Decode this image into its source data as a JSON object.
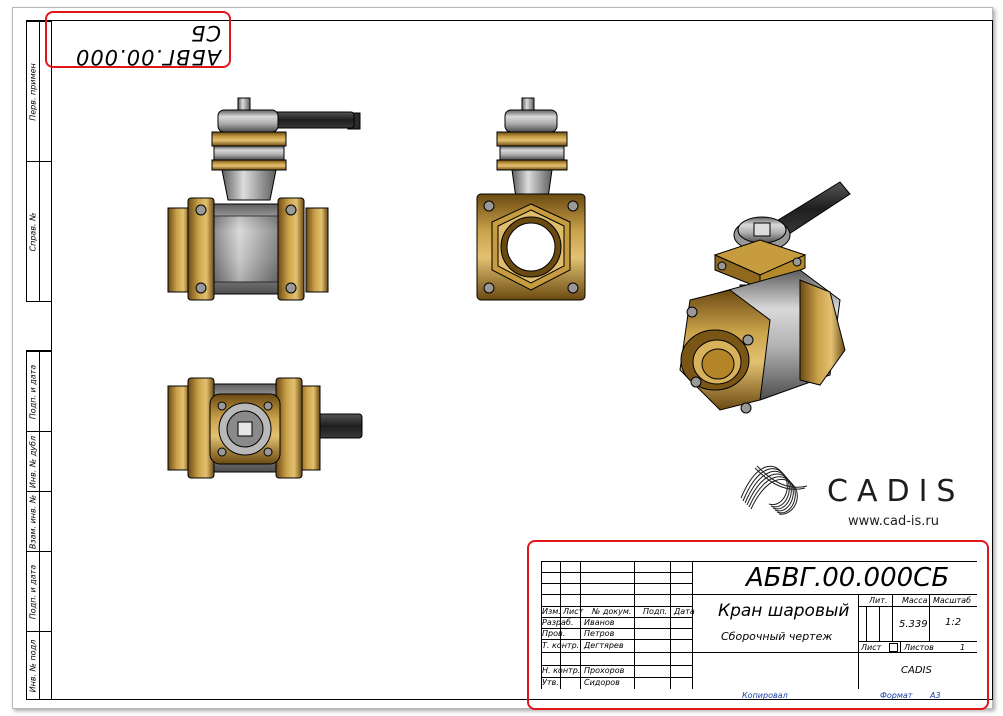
{
  "doc": {
    "code_stamp": "АБВГ.00.000 СБ",
    "side_labels": {
      "perv_primen": "Перв. примен",
      "sprav_no": "Справ. №",
      "podp_data_1": "Подп. и дата",
      "inv_dubl": "Инв. № дубл",
      "vzam_inv": "Взам. инв. №",
      "podp_data_2": "Подп. и дата",
      "inv_podl": "Инв. № подл"
    },
    "logo": {
      "name": "CADIS",
      "url": "www.cad-is.ru"
    },
    "title_block": {
      "designation": "АБВГ.00.000СБ",
      "name": "Кран шаровый",
      "subtitle": "Сборочный чертеж",
      "headers": {
        "izm": "Изм.",
        "list": "Лист",
        "doc_no": "№ докум.",
        "podp": "Подп.",
        "data": "Дата"
      },
      "roles": [
        {
          "role": "Разраб.",
          "person": "Иванов"
        },
        {
          "role": "Пров.",
          "person": "Петров"
        },
        {
          "role": "Т. контр.",
          "person": "Дегтярев"
        },
        {
          "role": "Н. контр.",
          "person": "Прохоров"
        },
        {
          "role": "Утв.",
          "person": "Сидоров"
        }
      ],
      "lit_label": "Лит.",
      "mass_label": "Масса",
      "scale_label": "Масштаб",
      "mass_value": "5.339",
      "scale_value": "1:2",
      "sheet_label": "Лист",
      "sheets_label": "Листов",
      "sheets_value": "1",
      "organization": "CADIS",
      "copied_label": "Копировал",
      "format_label": "Формат",
      "format_value": "А3"
    },
    "colors": {
      "highlight": "#e0161b",
      "brass": "#b58a2a",
      "steel": "#9a9a9a",
      "handle": "#2b2b2b",
      "blue_text": "#1a3ca8"
    }
  }
}
